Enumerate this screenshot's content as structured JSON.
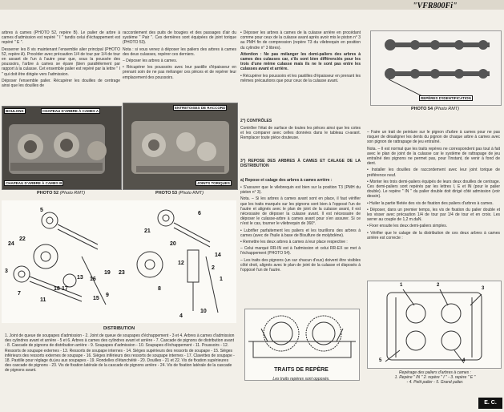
{
  "header": {
    "title": "\"VFR800Fi\""
  },
  "col1": {
    "paragraphs": [
      "arbres à cames (PHOTO 52, repère B). Le palier de arbre à cames d'admission est repéré \" I \" tandis celui d'échappement est repéré \" E \".",
      "Desserrer les 8 vis maintenant l'ensemble alier principal (PHOTO 52, repère A). Procéder avec précaution 1/4 de tour par 1/4 de tour en assant de l'un à l'autre pour que, sous la poussée des poussoirs, l'arbre à cames se épare (bien parallèlement par rapport à la culasse. Cet ensemble palier est repéré par la lettre \" I \" qui doit être dirigée vers l'admission.",
      "Déposer l'ensemble palier. Récupérer les douilles de centrage ainsi que les douilles de"
    ]
  },
  "col2": {
    "paragraphs": [
      "raccordement des puits de bougies et des passages d'air du système \" Pair \". Ces dernières sont équipées de joint torique (PHOTO 53).",
      "Nota : si vous venez à déposer les paliers des arbres à cames des deux culasses, repérer ces derniers.",
      "– Déposer les arbres à cames.",
      "• Récupérer les poussoirs avec leur pastille d'épaisseur en prenant soin de ne pas mélanger ces pièces et de repérer leur emplacement des poussoirs."
    ]
  },
  "col3_top": {
    "paragraphs": [
      "• Déposer les arbres à cames de la culasse arrière en procédant comme pour ceux de la culasse avant après avoir mis le piston n° 3 au PMH fin de compression (repère T3 du vilebrequin en position du cylindre n° 3 libres).",
      "Attention : Ne pas mélanger les demi-paliers des arbres à cames des culasses car, s'ils sont bien différenciés pour les trois d'une même culasse mais ils ne le sont pas entre les culasses avant et arrière.",
      "• Récupérer les poussoirs et les pastilles d'épaisseur en prenant les mêmes précautions que pour ceux de la culasse avant."
    ]
  },
  "photo52": {
    "tags": [
      "BOULONS",
      "CHAPEAU D'ARBRE À CAMES A",
      "CHAPEAU D'ARBRE À CAMES B"
    ],
    "caption": "PHOTO 52",
    "credit": "(Photo RMT)"
  },
  "photo53": {
    "tags": [
      "ENTRETOISES DE RACCORD",
      "JOINTS TORIQUES"
    ],
    "caption": "PHOTO 53",
    "credit": "(Photo RMT)"
  },
  "photo54": {
    "tag": "REPÈRES D'IDENTIFICATION",
    "caption": "PHOTO 54",
    "credit": "(Photo RMT)"
  },
  "controles": {
    "heading": "2°) CONTRÔLES",
    "body": "Contrôler l'état de surface de toutes les pièces ainsi que les cotes et les comparer avec celles données dans le tableau ci-avant. Remplacer toute pièce douteuse."
  },
  "repose": {
    "heading": "3°) REPOSE DES ARBRES À CAMES ET CALAGE DE LA DISTRIBUTION",
    "subheading": "a) Repose et calage des arbres à cames arrière :",
    "paragraphs": [
      "• S'assurer que le vilebrequin est bien sur la position T3 (PMH du piston n° 3).",
      "Nota. – Si les arbres à cames avant sont en place, il faut vérifier que les traits marqués sur les pignons sont bien à l'opposé l'un de l'autre et alignés avec le plan de joint de la culasse avant, il est nécessaire de déposer la culasse avant. Il est nécessaire de déposer le culasse-arbre à cames avant pour s'en assurer. Si ce n'est le cas, tourner le vilebrequin de 360°.",
      "• Lubrifier parfaitement les paliers et les tourillons des arbres à cames (avec de l'huile à base de Bisulfure de molybdène).",
      "• Remettre les deux arbres à cames à leur place respective :",
      "– Celui marqué RR-IN est à l'admission et celui RR-EX se met à l'échappement (PHOTO 54).",
      "– Les traits des pignons (un sur chacun d'eux) doivent être visibles côté droit, alignés avec le plan de joint de la culasse et disposés à l'opposé l'un de l'autre."
    ]
  },
  "col4": {
    "paragraphs": [
      "– Faire un trait de peinture sur le pignon d'arbre à cames pour ne pas risquer de désaligner les dents du pignon de chaque arbre à cames avec son pignon de rattrapage de jeu entraîné.",
      "Nota. – Il est normal que les traits repères ne correspondent pas tout à fait avec le plan de joint de la culasse car le système de rattrapage de jeu entraîné des pignons ne permet pas, pour l'instant, de venir à fond de dent.",
      "• Installer les douilles de raccordement avec leur joint torique de préférence neuf.",
      "• Monter les trois demi-paliers équipés de leurs deux douilles de centrage. Ces demi-paliers sont repérés par les lettres I, E et IN (pour le palier double). Le repère \" IN \" du palier double doit dirigé côté admission (voir dessin).",
      "• Huiler la partie filetée des vis de fixation des paliers d'arbres à cames.",
      "• Déposer, dans un premier temps, les vis de fixation du palier double et les visser avec précaution 1/4 de tour par 1/4 de tour et en croix. Les serrer au couple de 1,2 m.daN.",
      "• Fixer ensuite les deux demi-paliers simples.",
      "• Vérifier que le calage de la distribution de ces deux arbres à cames arrière est correcte :"
    ]
  },
  "distribution": {
    "title": "DISTRIBUTION",
    "numbers": [
      "1",
      "2",
      "3",
      "4",
      "5",
      "6",
      "7",
      "8",
      "9",
      "10",
      "11",
      "12",
      "13",
      "14",
      "15",
      "16",
      "17",
      "18",
      "19",
      "20",
      "21",
      "22",
      "23",
      "24"
    ],
    "legend": "1. Joint de queue de soupapes d'admission - 2. Joint de queue de soupapes d'échappement - 3 et 4. Arbres à cames d'admission des cylindres avant et arrière - 5 et 6. Arbres à cames des cylindres avant et arrière - 7. Cascade de pignons de distribution avant - 8. Cascade de pignons de distribution arrière - 9. Soupapes d'admission - 10. Soupapes d'échappement - 11. Poussoirs - 12. Ressorts de soupape externes - 13. Ressorts de soupape internes - 14. Sièges supérieurs des ressorts de soupape - 15. Sièges inférieurs des ressorts externes de soupape - 16. Sièges inférieurs des ressorts de soupape internes - 17. Clavettes de soupape - 18. Pastille pour réglage du jeu aux soupapes - 19. Rondelles d'étanchéité - 20. Douilles - 21 et 22. Vis de fixation supérieures des cascade de pignons - 23. Vis de fixation latérale de la cascade de pignons arrière - 24. Vis de fixation latérale de la cascade de pignons avant."
  },
  "traits": {
    "title": "TRAITS DE REPÈRE",
    "subtitle": "Les traits repères sont opposés."
  },
  "paliers": {
    "refs": [
      "1",
      "2",
      "3",
      "4",
      "5"
    ],
    "caption": "Repérage des paliers d'arbres à cames :",
    "lines": [
      "1. Repère \" IN \" 2. repère \" I \" - 3. repère \" E \"",
      "- 4. Petit palier - 5. Grand palier."
    ]
  },
  "footer": {
    "badge": "E. C."
  }
}
